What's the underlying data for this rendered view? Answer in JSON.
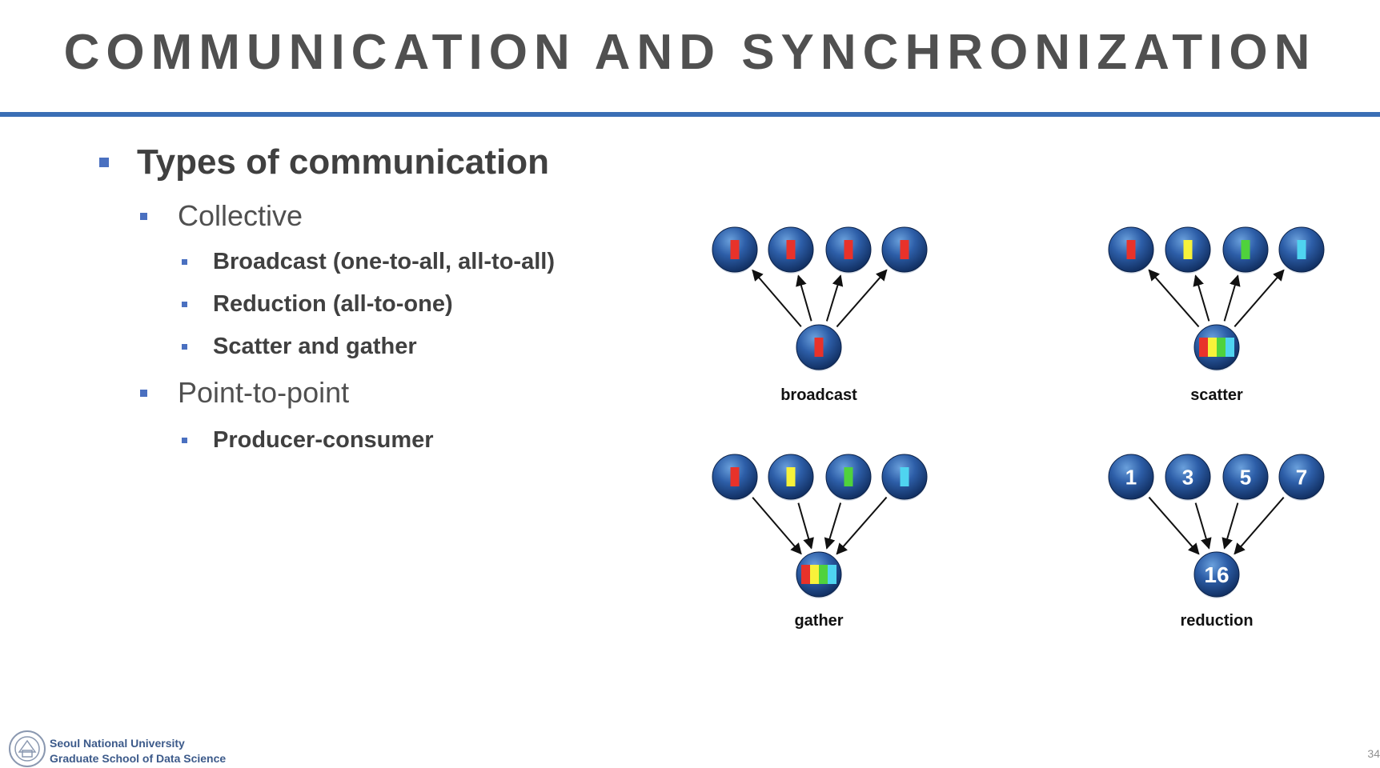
{
  "slide": {
    "title": "COMMUNICATION AND SYNCHRONIZATION",
    "page_number": "34",
    "accent_color": "#3a6fb5"
  },
  "bullets": {
    "types": "Types of communication",
    "collective": "Collective",
    "broadcast": "Broadcast (one-to-all, all-to-all)",
    "reduction": "Reduction (all-to-one)",
    "scatter_gather": "Scatter and gather",
    "point_to_point": "Point-to-point",
    "producer_consumer": "Producer-consumer"
  },
  "diagrams": [
    {
      "id": "broadcast",
      "label": "broadcast",
      "direction": "out",
      "root": [
        "red"
      ],
      "leaves": [
        [
          "red"
        ],
        [
          "red"
        ],
        [
          "red"
        ],
        [
          "red"
        ]
      ]
    },
    {
      "id": "scatter",
      "label": "scatter",
      "direction": "out",
      "root": [
        "red",
        "yellow",
        "green",
        "cyan"
      ],
      "leaves": [
        [
          "red"
        ],
        [
          "yellow"
        ],
        [
          "green"
        ],
        [
          "cyan"
        ]
      ]
    },
    {
      "id": "gather",
      "label": "gather",
      "direction": "in",
      "root": [
        "red",
        "yellow",
        "green",
        "cyan"
      ],
      "leaves": [
        [
          "red"
        ],
        [
          "yellow"
        ],
        [
          "green"
        ],
        [
          "cyan"
        ]
      ]
    },
    {
      "id": "reduction",
      "label": "reduction",
      "direction": "in",
      "root_text": "16",
      "leaf_texts": [
        "1",
        "3",
        "5",
        "7"
      ]
    }
  ],
  "colors": {
    "red": "#e8322a",
    "yellow": "#f7f23a",
    "green": "#4fd23c",
    "cyan": "#4fd4f0",
    "node_light": "#4f86c8",
    "node_dark": "#0e2a5a"
  },
  "footer": {
    "university": "Seoul National University",
    "school": "Graduate School of Data Science",
    "logo_icon": "snu-emblem-icon"
  }
}
